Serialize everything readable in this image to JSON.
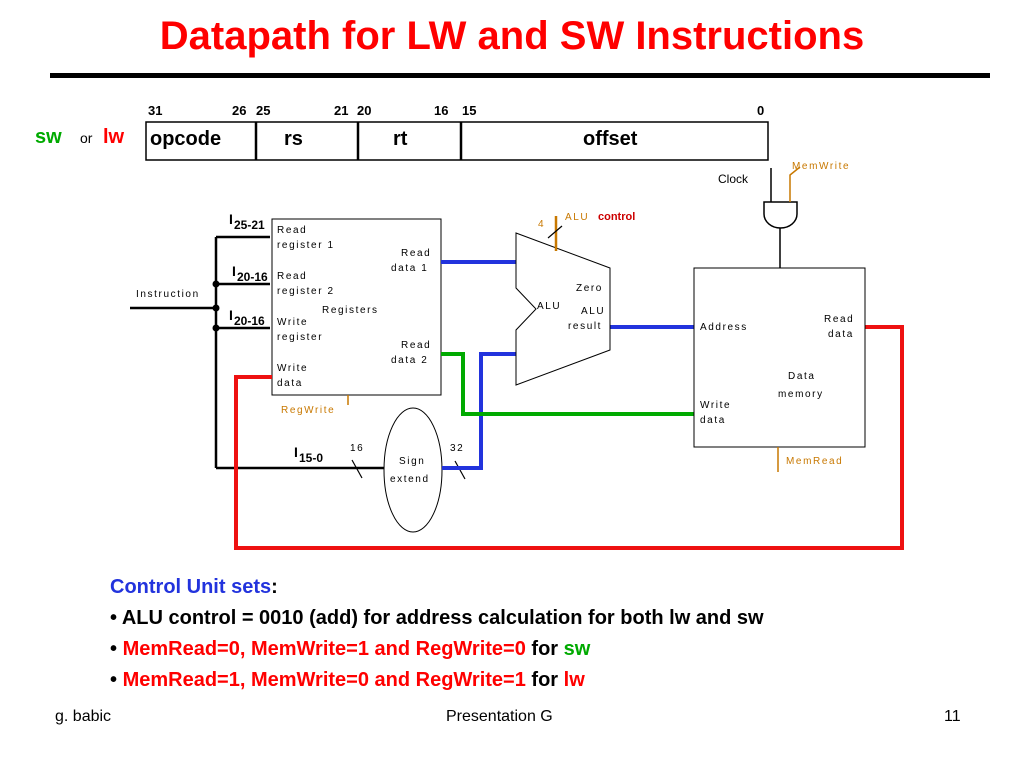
{
  "title": "Datapath for LW and SW Instructions",
  "format": {
    "sw": "sw",
    "or": "or",
    "lw": "lw",
    "bits": [
      "31",
      "26",
      "25",
      "21",
      "20",
      "16",
      "15",
      "0"
    ],
    "fields": [
      "opcode",
      "rs",
      "rt",
      "offset"
    ]
  },
  "labels": {
    "instruction": "Instruction",
    "i_2521": "25-21",
    "i_2016a": "20-16",
    "i_2016b": "20-16",
    "i_150": "15-0",
    "i_letter": "I",
    "read_reg1_a": "Read",
    "read_reg1_b": "register 1",
    "read_reg2_a": "Read",
    "read_reg2_b": "register 2",
    "registers": "Registers",
    "write_reg_a": "Write",
    "write_reg_b": "register",
    "write_data_a": "Write",
    "write_data_b": "data",
    "read_data1_a": "Read",
    "read_data1_b": "data 1",
    "read_data2_a": "Read",
    "read_data2_b": "data 2",
    "regwrite": "RegWrite",
    "sign_a": "Sign",
    "sign_b": "extend",
    "w16": "16",
    "w32": "32",
    "w4": "4",
    "alu_control_a": "ALU",
    "alu_control_b": "control",
    "zero": "Zero",
    "alu": "ALU",
    "alu_result_a": "ALU",
    "alu_result_b": "result",
    "clock": "Clock",
    "memwrite": "MemWrite",
    "address": "Address",
    "mem_read_data_a": "Read",
    "mem_read_data_b": "data",
    "data_mem_a": "Data",
    "data_mem_b": "memory",
    "mem_write_data_a": "Write",
    "mem_write_data_b": "data",
    "memread": "MemRead"
  },
  "colors": {
    "red": "#ff0000",
    "blue": "#2233dd",
    "green": "#00aa00",
    "orange": "#c87800",
    "control_red": "#cc0000"
  },
  "notes": {
    "heading": "Control Unit sets",
    "heading_colon": ":",
    "b1": "ALU control = 0010 (add) for address calculation for both lw and sw",
    "b2_red": "MemRead=0, MemWrite=1 and RegWrite=0",
    "b2_for": "for",
    "b2_op": "sw",
    "b3_red": "MemRead=1, MemWrite=0 and RegWrite=1",
    "b3_for": "for",
    "b3_op": "lw"
  },
  "footer": {
    "left": "g. babic",
    "center": "Presentation G",
    "right": "11"
  }
}
